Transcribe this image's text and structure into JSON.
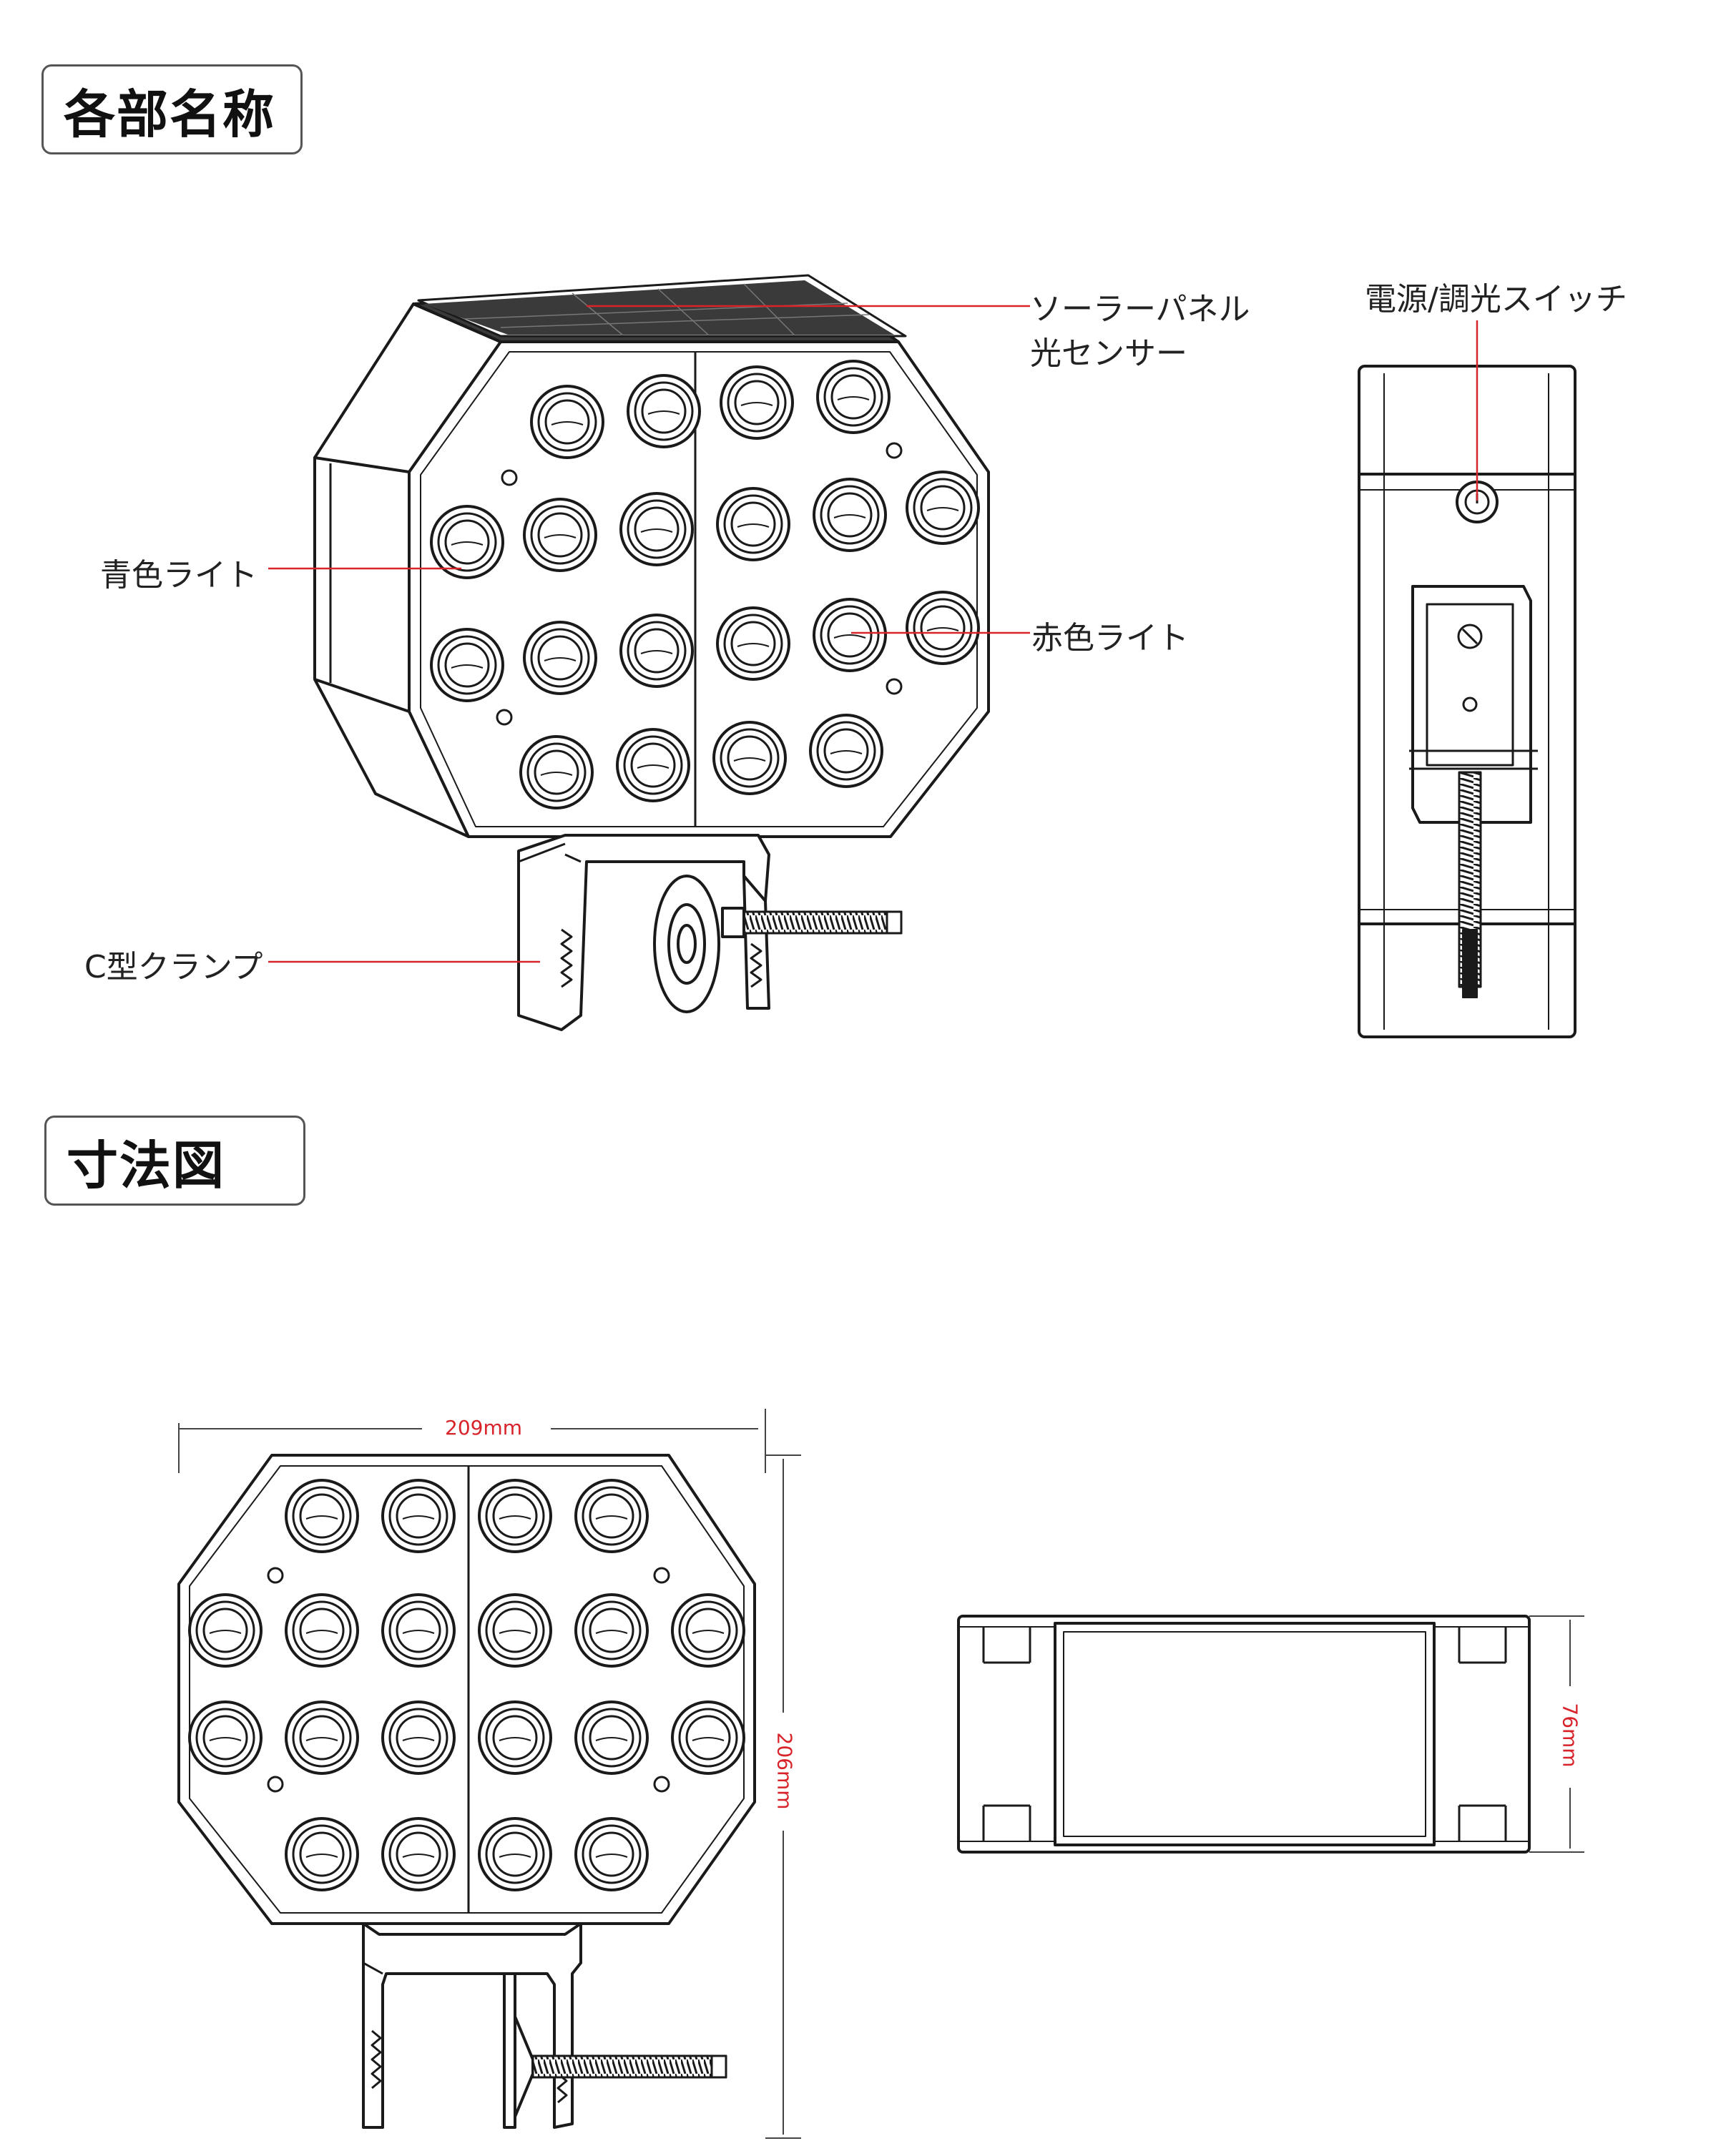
{
  "sections": {
    "parts_title": "各部名称",
    "dimensions_title": "寸法図"
  },
  "labels": {
    "solar_panel": "ソーラーパネル",
    "light_sensor": "光センサー",
    "power_switch": "電源/調光スイッチ",
    "blue_light": "青色ライト",
    "red_light": "赤色ライト",
    "c_clamp": "C型クランプ"
  },
  "dimensions": {
    "width": "209mm",
    "height": "206mm",
    "depth": "76mm"
  },
  "colors": {
    "leader_line": "#d8232a",
    "dimension_text": "#d8232a",
    "outline": "#1a1a1a",
    "solar_panel": "#3a3a3a"
  }
}
